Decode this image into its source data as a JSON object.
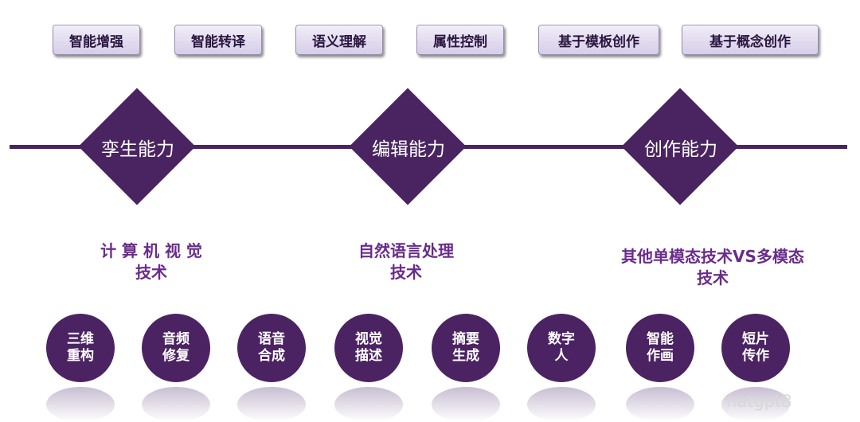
{
  "tags": [
    "智能增强",
    "智能转译",
    "语义理解",
    "属性控制",
    "基于模板创作",
    "基于概念创作"
  ],
  "abilities": [
    "孪生能力",
    "编辑能力",
    "创作能力"
  ],
  "techs": [
    {
      "line1": "计 算 机 视 觉",
      "line2": "技术"
    },
    {
      "line1": "自然语言处理",
      "line2": "技术"
    },
    {
      "line1": "其他单模态技术VS多模态",
      "line2": "技术"
    }
  ],
  "apps": [
    {
      "line1": "三维",
      "line2": "重构"
    },
    {
      "line1": "音频",
      "line2": "修复"
    },
    {
      "line1": "语音",
      "line2": "合成"
    },
    {
      "line1": "视觉",
      "line2": "描述"
    },
    {
      "line1": "摘要",
      "line2": "生成"
    },
    {
      "line1": "数字",
      "line2": "人"
    },
    {
      "line1": "智能",
      "line2": "作画"
    },
    {
      "line1": "短片",
      "line2": "传作"
    }
  ],
  "watermark": "natgpt8",
  "colors": {
    "primary": "#4a2460",
    "tech_text": "#6a2c8a",
    "tag_bg": "#e4ddf0"
  }
}
